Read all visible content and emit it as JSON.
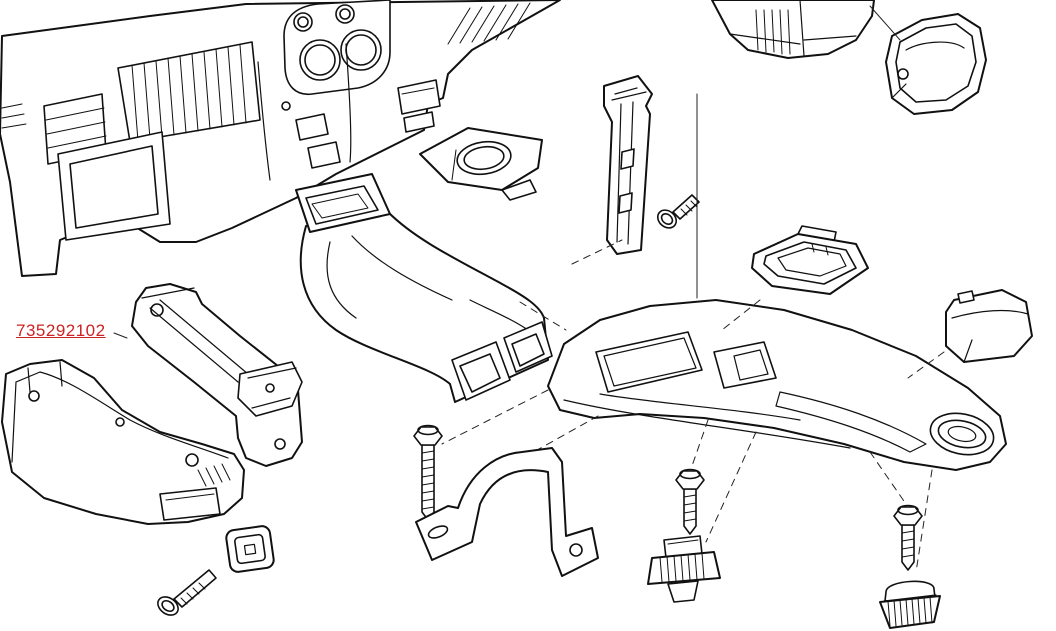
{
  "page": {
    "background_color": "#ffffff",
    "line_color": "#111111"
  },
  "diagram": {
    "type": "exploded-parts-diagram",
    "subject": "dashboard-and-center-console-assembly",
    "part_label": {
      "text": "735292102",
      "color": "#cc2222",
      "underlined": true
    }
  }
}
